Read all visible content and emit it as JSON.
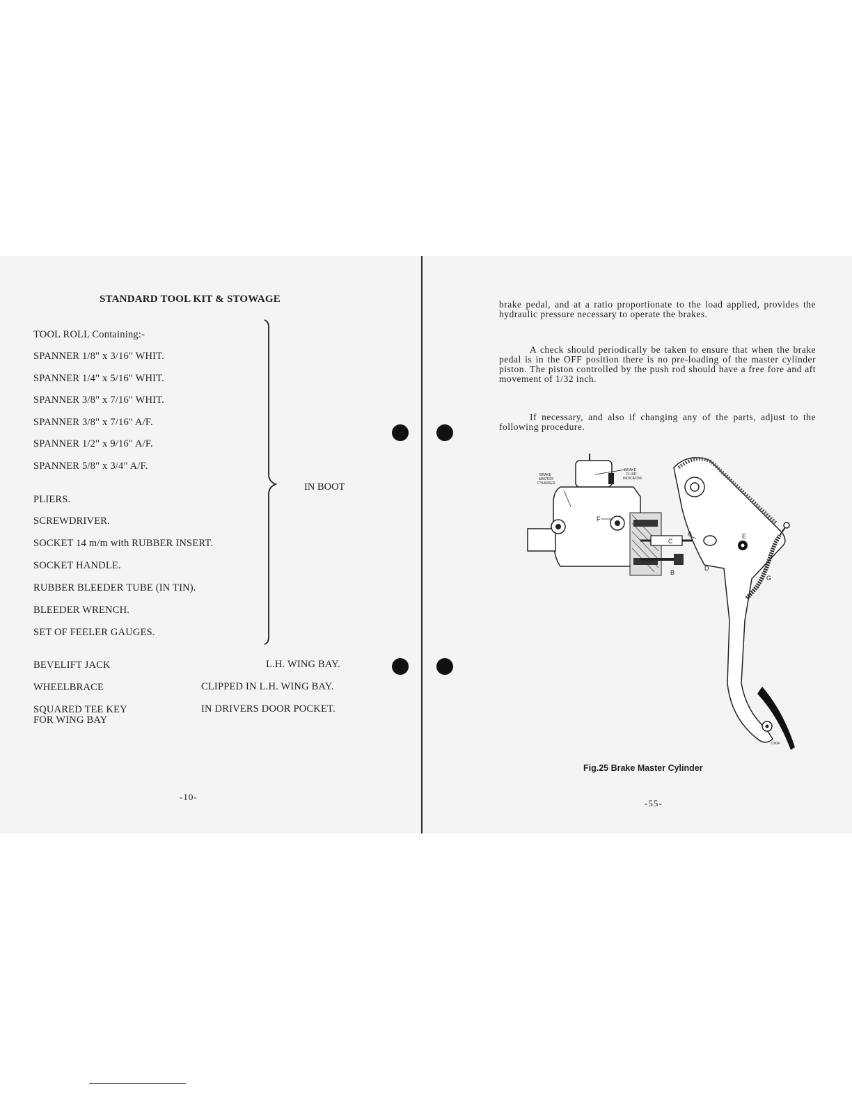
{
  "left_page": {
    "title": "STANDARD TOOL KIT & STOWAGE",
    "boot_items": [
      "TOOL ROLL Containing:-",
      "SPANNER 1/8\" x 3/16\" WHIT.",
      "SPANNER 1/4\" x 5/16\" WHIT.",
      "SPANNER 3/8\" x 7/16\" WHIT.",
      "SPANNER 3/8\" x 7/16\" A/F.",
      "SPANNER 1/2\" x 9/16\" A/F.",
      "SPANNER 5/8\" x 3/4\"   A/F.",
      "PLIERS.",
      "SCREWDRIVER.",
      "SOCKET 14 m/m with RUBBER INSERT.",
      "SOCKET HANDLE.",
      "RUBBER BLEEDER TUBE (IN TIN).",
      "BLEEDER WRENCH.",
      "SET OF FEELER GAUGES."
    ],
    "boot_label": "IN BOOT",
    "other_items": [
      {
        "name": "BEVELIFT JACK",
        "location": "L.H. WING BAY."
      },
      {
        "name": "WHEELBRACE",
        "location": "CLIPPED IN L.H. WING BAY."
      },
      {
        "name": "SQUARED TEE KEY",
        "name2": "FOR WING BAY",
        "location": "IN DRIVERS DOOR POCKET."
      }
    ],
    "page_number": "-10-"
  },
  "right_page": {
    "paragraphs": [
      "brake pedal, and at a ratio proportionate to the load applied, provides the hydraulic pressure necessary to operate the brakes.",
      "A check should periodically be taken to ensure that when the brake pedal is in the OFF position there is no pre-loading of the master cylinder piston. The piston controlled by the push rod should have a free fore and aft movement of 1/32 inch.",
      "If necessary, and also if changing any of the parts, adjust to the following procedure."
    ],
    "figure": {
      "labels": {
        "brake_master_cylinder": [
          "BRAKE",
          "MASTER",
          "CYLINDER"
        ],
        "brake_fluid_indicator": [
          "BRAKE",
          "FLUID",
          "INDICATOR"
        ],
        "a": "A",
        "b": "B",
        "c": "C",
        "d": "D",
        "e": "E",
        "f": "F",
        "g": "G",
        "code": "C604"
      },
      "caption": "Fig.25 Brake Master Cylinder"
    },
    "page_number": "-55-"
  }
}
